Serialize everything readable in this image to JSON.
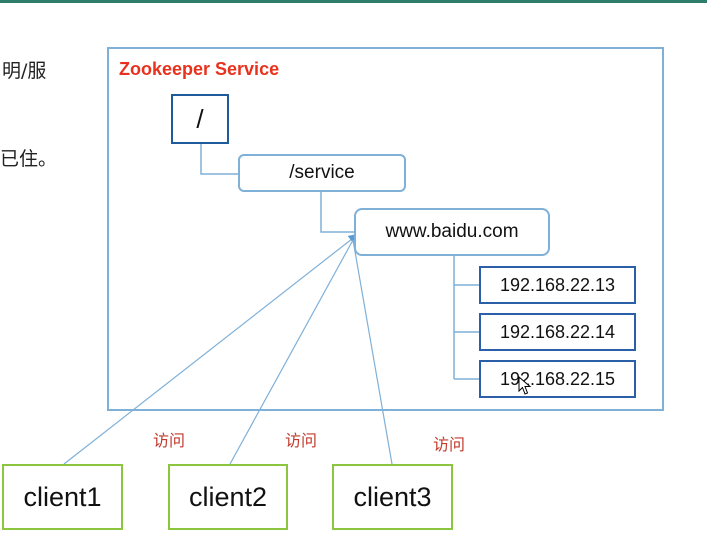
{
  "side_text": {
    "line1": "明/服",
    "line2": "已住。"
  },
  "diagram": {
    "title": "Zookeeper Service",
    "root": "/",
    "service": "/service",
    "domain": "www.baidu.com",
    "ips": [
      "192.168.22.13",
      "192.168.22.14",
      "192.168.22.15"
    ],
    "clients": [
      "client1",
      "client2",
      "client3"
    ],
    "edge_label": "访问"
  },
  "colors": {
    "title": "#e8321e",
    "frame": "#7fb0d8",
    "ip_border": "#2b5fa8",
    "client_border": "#8cc63f",
    "edge_label": "#c0392b",
    "connector": "#7fb0d8"
  }
}
